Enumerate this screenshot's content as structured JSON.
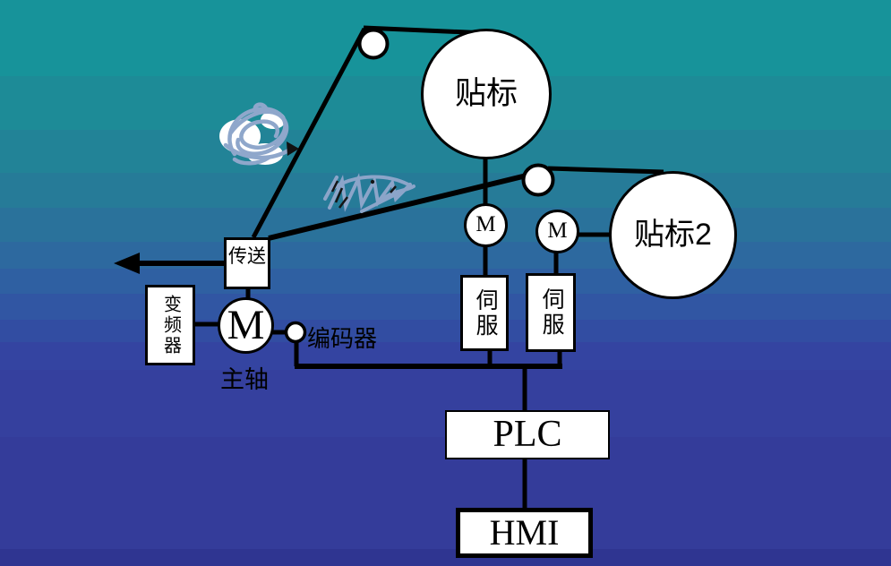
{
  "background": {
    "bands": [
      {
        "height": 85,
        "color": "#17939A"
      },
      {
        "height": 60,
        "color": "#1D8B97"
      },
      {
        "height": 48,
        "color": "#228397"
      },
      {
        "height": 39,
        "color": "#267B98"
      },
      {
        "height": 38,
        "color": "#2A729B"
      },
      {
        "height": 30,
        "color": "#2D699F"
      },
      {
        "height": 28,
        "color": "#2F60A2"
      },
      {
        "height": 29,
        "color": "#3156A3"
      },
      {
        "height": 25,
        "color": "#324DA2"
      },
      {
        "height": 31,
        "color": "#3444A1"
      },
      {
        "height": 75,
        "color": "#35409E"
      },
      {
        "height": 125,
        "color": "#343C9A"
      },
      {
        "height": 19,
        "color": "#2F3591"
      }
    ]
  },
  "colors": {
    "line": "#000000",
    "node_fill": "#FFFFFF",
    "text": "#000000",
    "scribble": "#8FA7CB"
  },
  "nodes": {
    "roller1": {
      "label": "贴标"
    },
    "roller2": {
      "label": "贴标2"
    },
    "motor1": {
      "label": "M"
    },
    "motor2": {
      "label": "M"
    },
    "spindle_motor": {
      "label": "M"
    },
    "conveyor": {
      "label": "传送"
    },
    "inverter": {
      "label": "变频器"
    },
    "servo1": {
      "label": "伺服"
    },
    "servo2": {
      "label": "伺服"
    },
    "plc": {
      "label": "PLC"
    },
    "hmi": {
      "label": "HMI"
    }
  },
  "labels": {
    "spindle": "主轴",
    "encoder": "编码器"
  }
}
